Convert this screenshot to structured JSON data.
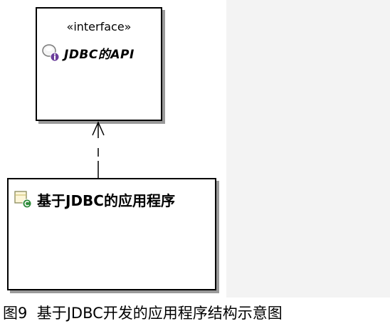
{
  "interface_box": {
    "stereotype": "«interface»",
    "name": "JDBC的API",
    "icon": "interface-icon"
  },
  "class_box": {
    "name": "基于JDBC的应用程序",
    "icon": "class-icon"
  },
  "relationship": {
    "type": "dependency",
    "style": "dashed line with open arrowhead"
  },
  "caption": "图9  基于JDBC开发的应用程序结构示意图",
  "colors": {
    "border": "#000000",
    "shadow": "#9a9a9a",
    "interface_icon_badge": "#6a3d9a",
    "class_icon_badge": "#2e8b3a",
    "panel_background": "#f3f3f3"
  }
}
